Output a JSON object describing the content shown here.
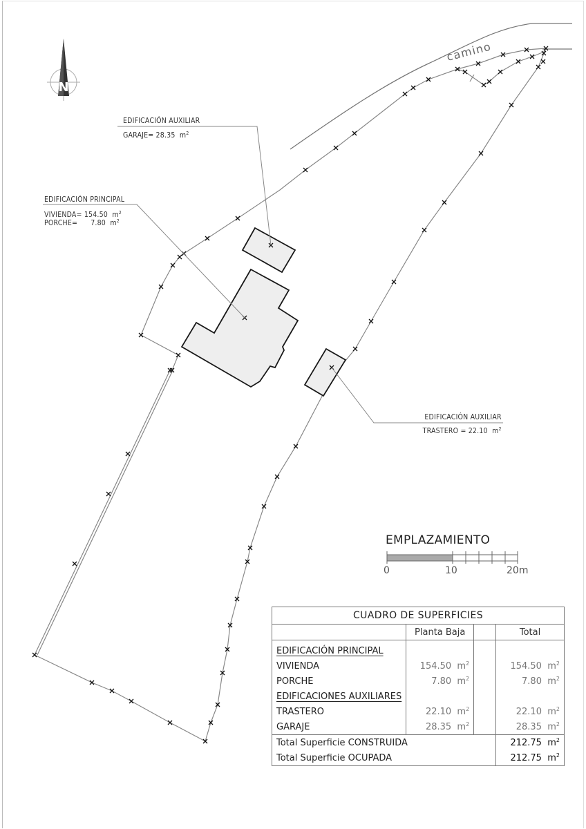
{
  "north_arrow": {
    "letter": "N",
    "icon": "north-arrow-icon"
  },
  "road": {
    "label": "camino"
  },
  "callouts": {
    "garaje": {
      "title": "EDIFICACIÓN AUXILIAR",
      "line1": "GARAJE= 28.35",
      "unit": "m",
      "exp": "2"
    },
    "principal": {
      "title": "EDIFICACIÓN PRINCIPAL",
      "line1": "VIVIENDA= 154.50",
      "line2": "PORCHE=      7.80",
      "unit": "m",
      "exp": "2"
    },
    "trastero": {
      "title": "EDIFICACIÓN AUXILIAR",
      "line1": "TRASTERO = 22.10",
      "unit": "m",
      "exp": "2"
    }
  },
  "scale_bar": {
    "title": "EMPLAZAMIENTO",
    "ticks": [
      "0",
      "10",
      "20m"
    ]
  },
  "table": {
    "title": "CUADRO DE SUPERFICIES",
    "columns": [
      "",
      "Planta Baja",
      "",
      "Total"
    ],
    "sections": [
      {
        "name": "EDIFICACIÓN PRINCIPAL",
        "rows": [
          {
            "label": "VIVIENDA",
            "planta_baja": "154.50",
            "total": "154.50"
          },
          {
            "label": "PORCHE",
            "planta_baja": "7.80",
            "total": "7.80"
          }
        ]
      },
      {
        "name": "EDIFICACIONES AUXILIARES",
        "rows": [
          {
            "label": "TRASTERO",
            "planta_baja": "22.10",
            "total": "22.10"
          },
          {
            "label": "GARAJE",
            "planta_baja": "28.35",
            "total": "28.35"
          }
        ]
      }
    ],
    "unit": "m",
    "exp": "2",
    "totals": [
      {
        "label": "Total Superficie CONSTRUIDA",
        "value": "212.75"
      },
      {
        "label": "Total Superficie OCUPADA",
        "value": "212.75"
      }
    ]
  },
  "colors": {
    "building_fill": "#eeeeee",
    "building_stroke": "#1a1a1a",
    "boundary": "#888888",
    "scale_fill": "#aaaaaa"
  }
}
